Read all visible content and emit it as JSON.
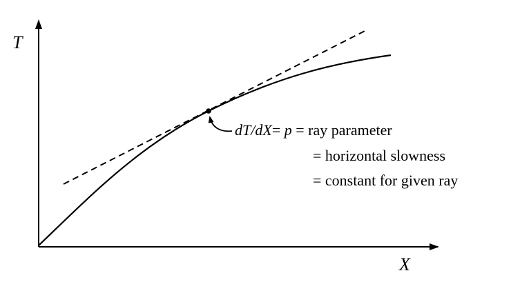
{
  "diagram": {
    "axis_t_label": "T",
    "axis_x_label": "X",
    "annotation": {
      "formula_dt": "dT",
      "formula_slash": "/",
      "formula_dx": "dX",
      "formula_eq": "= ",
      "formula_p": "p",
      "formula_rest": " = ray parameter",
      "line2": "= horizontal slowness",
      "line3": "= constant for given ray"
    }
  }
}
